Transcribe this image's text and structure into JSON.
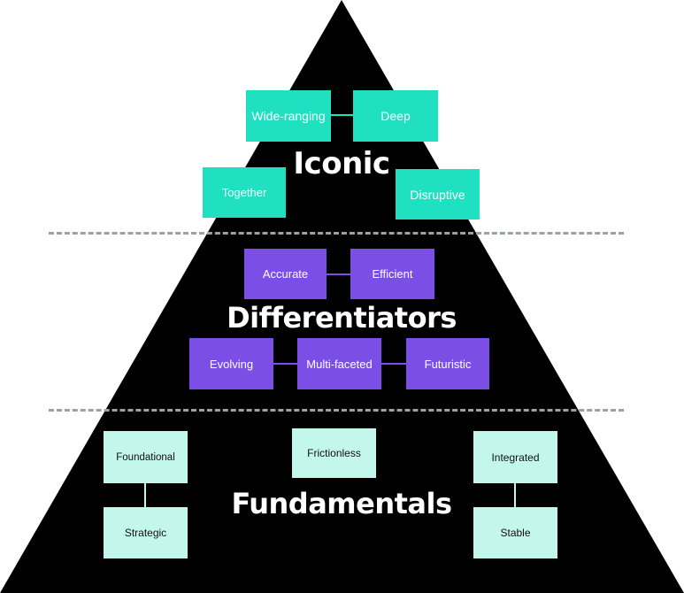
{
  "colors": {
    "pyramid": "#000000",
    "iconic_box": "#1fe0c0",
    "differentiator_box": "#7b4fe6",
    "fundamental_box": "#c4f7ec",
    "divider": "#9aa3a0"
  },
  "iconic": {
    "title": "Iconic",
    "items": [
      "Wide-ranging",
      "Deep",
      "Together",
      "Disruptive"
    ]
  },
  "differentiators": {
    "title": "Differentiators",
    "items": [
      "Accurate",
      "Efficient",
      "Evolving",
      "Multi-faceted",
      "Futuristic"
    ]
  },
  "fundamentals": {
    "title": "Fundamentals",
    "items": [
      "Foundational",
      "Strategic",
      "Frictionless",
      "Integrated",
      "Stable"
    ]
  }
}
